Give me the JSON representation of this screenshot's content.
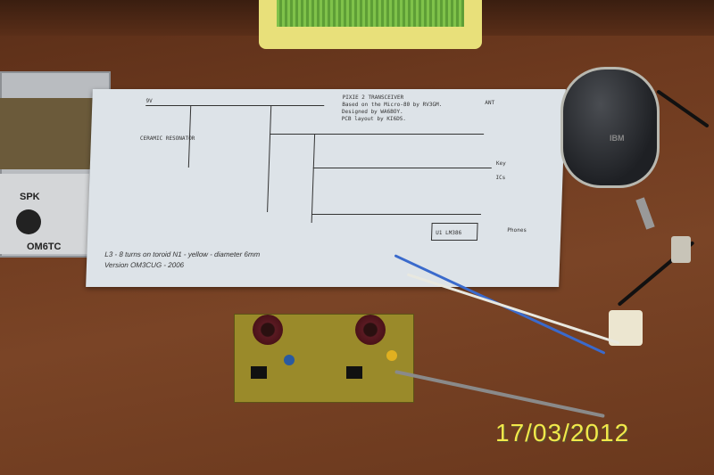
{
  "schematic": {
    "title_lines": [
      "PIXIE 2 TRANSCEIVER",
      "Based on the Micro-80 by RV3GM.",
      "Designed by WA6BOY.",
      "PCB layout by KI6DS."
    ],
    "labels": [
      "ANT",
      "Key",
      "ICs",
      "U1 LM386",
      "Phones",
      "9V",
      "CERAMIC RESONATOR"
    ],
    "note": "L3 - 8 turns on toroid N1 - yellow - diameter 6mm",
    "version": "Version OM3CUG - 2006"
  },
  "radio": {
    "spk_label": "SPK",
    "callsign": "OM6TC"
  },
  "mouse": {
    "brand": "IBM"
  },
  "timestamp": "17/03/2012",
  "colors": {
    "date": "#f2e84a",
    "pcb": "#9a8a2a",
    "desk": "#6e3a1f"
  }
}
